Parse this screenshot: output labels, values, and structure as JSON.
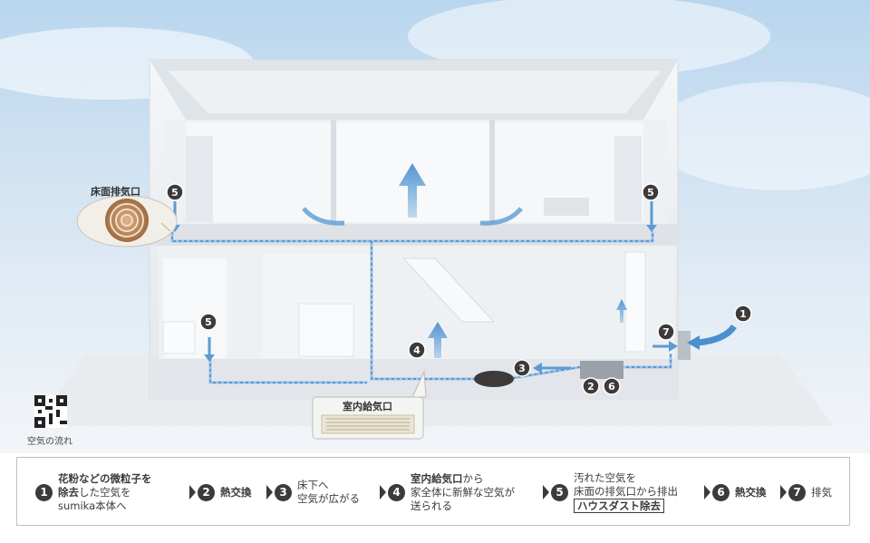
{
  "callouts": {
    "floor_exhaust": "床面排気口",
    "indoor_supply": "室内給気口"
  },
  "qr": {
    "label": "空気の流れ"
  },
  "markers": [
    "5",
    "5",
    "5",
    "4",
    "3",
    "2",
    "6",
    "7",
    "1"
  ],
  "legend": {
    "s1": {
      "num": "1",
      "l1": "花粉などの微粒子を",
      "l2a": "除去",
      "l2b": "した空気を",
      "l3": "sumika本体へ"
    },
    "s2": {
      "num": "2",
      "l1": "熱交換"
    },
    "s3": {
      "num": "3",
      "l1": "床下へ",
      "l2": "空気が広がる"
    },
    "s4": {
      "num": "4",
      "l1a": "室内給気口",
      "l1b": "から",
      "l2": "家全体に新鮮な空気が",
      "l3": "送られる"
    },
    "s5": {
      "num": "5",
      "l1": "汚れた空気を",
      "l2": "床面の排気口から排出",
      "l3": "ハウスダスト除去"
    },
    "s6": {
      "num": "6",
      "l1": "熱交換"
    },
    "s7": {
      "num": "7",
      "l1": "排気"
    }
  }
}
